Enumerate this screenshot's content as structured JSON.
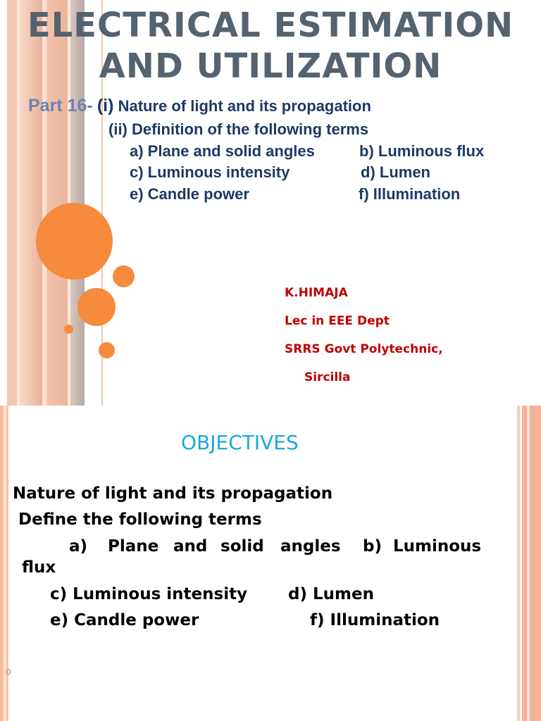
{
  "slide1": {
    "title_line1": "ELECTRICAL ESTIMATION",
    "title_line2": "AND UTILIZATION",
    "part_label": "Part 16-",
    "part_i_num": "(i)",
    "part_i_text": "Nature of light and its propagation",
    "part_ii": "(ii)  Definition of the following terms",
    "term_a": "a)  Plane and solid angles",
    "term_b": "b) Luminous flux",
    "term_c": "c)  Luminous intensity",
    "term_d": "d) Lumen",
    "term_e": "e) Candle power",
    "term_f": "f) Illumination",
    "author_name": "K.HIMAJA",
    "author_role": "Lec in EEE Dept",
    "author_inst": "SRRS Govt Polytechnic,",
    "author_city": "Sircilla"
  },
  "slide2": {
    "heading": "OBJECTIVES",
    "line1": "Nature of light and its propagation",
    "line2": "Define the following terms",
    "line3a": "a)",
    "line3b": "Plane",
    "line3c": "and",
    "line3d": "solid",
    "line3e": "angles",
    "line3f": "b)",
    "line3g": "Luminous",
    "line3_wrap": "flux",
    "line4a": "c)  Luminous intensity",
    "line4b": "d) Lumen",
    "line5a": "e) Candle power",
    "line5b": "f) Illumination",
    "footer_mark": "o"
  },
  "colors": {
    "title": "#556270",
    "accent_orange": "#f47c3c",
    "navy": "#1f3864",
    "author_red": "#c00000",
    "objectives_blue": "#1aa7e0"
  }
}
